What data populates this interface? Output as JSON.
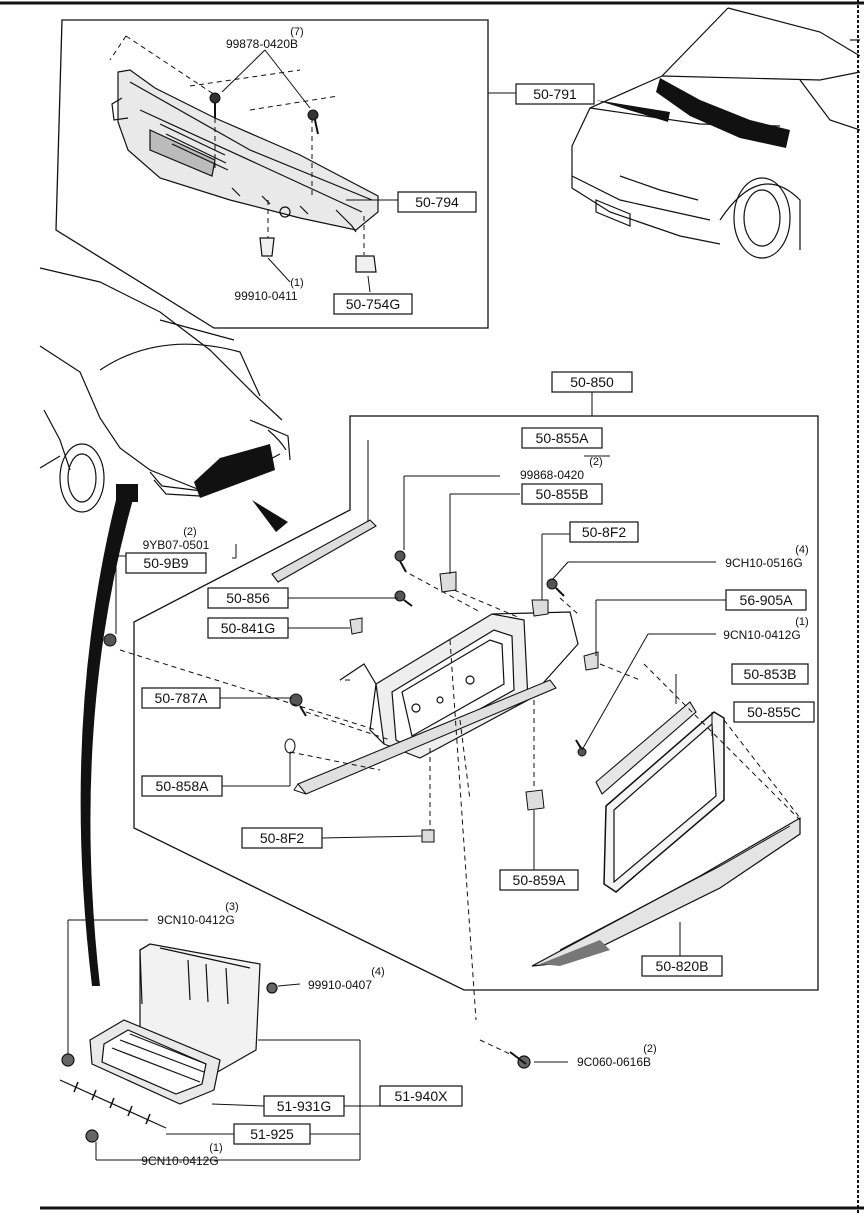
{
  "boxed_callouts": {
    "c50_791": "50-791",
    "c50_794": "50-794",
    "c50_754g": "50-754G",
    "c50_850": "50-850",
    "c50_855a": "50-855A",
    "c50_855b": "50-855B",
    "c50_8f2_top": "50-8F2",
    "c50_9b9": "50-9B9",
    "c50_856": "50-856",
    "c56_905a": "56-905A",
    "c50_841g": "50-841G",
    "c50_853b": "50-853B",
    "c50_787a": "50-787A",
    "c50_855c": "50-855C",
    "c50_858a": "50-858A",
    "c50_8f2_bottom": "50-8F2",
    "c50_859a": "50-859A",
    "c50_820b": "50-820B",
    "c51_931g": "51-931G",
    "c51_940x": "51-940X",
    "c51_925": "51-925"
  },
  "part_numbers": {
    "p99878_0420b": "99878-0420B",
    "p99910_0411": "99910-0411",
    "p99868_0420": "99868-0420",
    "p9yb07_0501": "9YB07-0501",
    "p9ch10_0516g": "9CH10-0516G",
    "p9cn10_0412g_a": "9CN10-0412G",
    "p9cn10_0412g_b": "9CN10-0412G",
    "p99910_0407": "99910-0407",
    "p9c060_0616b": "9C060-0616B",
    "p9cn10_0412g_c": "9CN10-0412G"
  },
  "quantities": {
    "q99878": "(7)",
    "q99910_0411": "(1)",
    "q99868": "(2)",
    "q9yb07": "(2)",
    "q9ch10": "(4)",
    "q9cn10_a": "(1)",
    "q9cn10_b": "(3)",
    "q99910_0407": "(4)",
    "q9c060": "(2)",
    "q9cn10_c": "(1)"
  }
}
